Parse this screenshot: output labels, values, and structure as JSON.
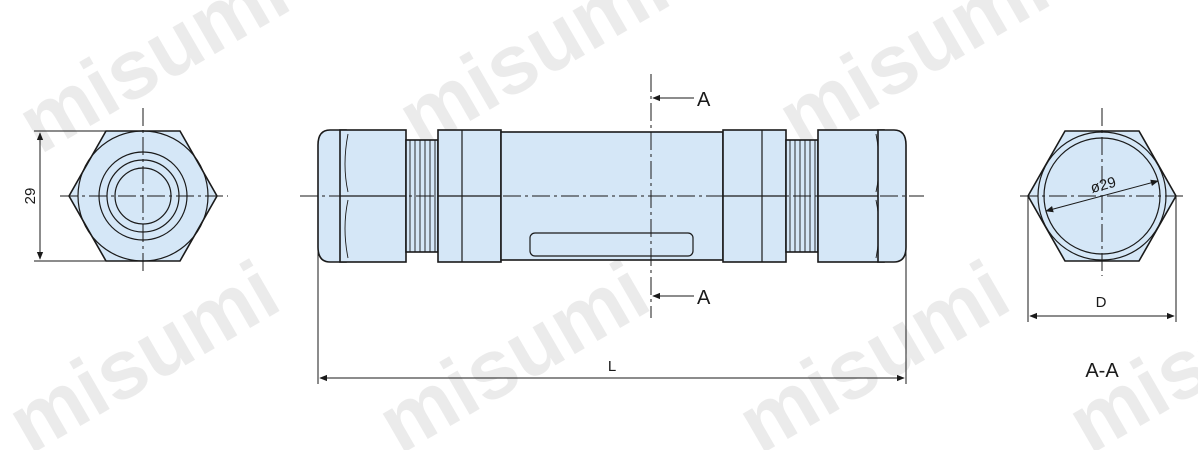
{
  "watermark": {
    "text": "misumi"
  },
  "end_view": {
    "dimension_label": "29"
  },
  "side_view": {
    "section_mark_top": "A",
    "section_mark_bottom": "A",
    "length_label": "L"
  },
  "section_view": {
    "diameter_label": "ø29",
    "width_label": "D",
    "title": "A-A"
  },
  "colors": {
    "body": "#d5e7f7",
    "line": "#1a1a1a"
  }
}
